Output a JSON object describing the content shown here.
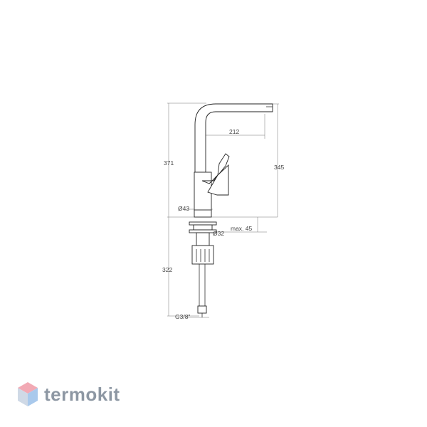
{
  "dimensions": {
    "overall_height": "371",
    "spout_reach": "212",
    "spout_height": "345",
    "base_diameter": "Ø43",
    "deck_thickness": "max. 45",
    "hole_diameter": "Ø32",
    "below_deck_length": "322",
    "connection": "G3/8\""
  },
  "brand": {
    "name": "termokit",
    "colors": {
      "text": "#8d97a3",
      "icon_top": "#f2a9b4",
      "icon_bottom": "#a9c9ec"
    }
  }
}
